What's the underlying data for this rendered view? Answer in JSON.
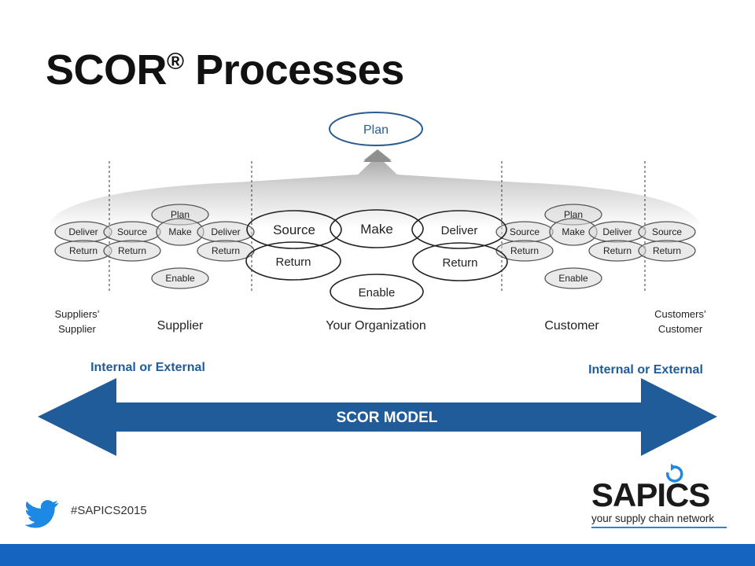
{
  "title": {
    "main": "SCOR",
    "reg": "®",
    "rest": " Processes"
  },
  "top_plan": "Plan",
  "supplier_chain": {
    "plan": "Plan",
    "make": "Make",
    "enable": "Enable",
    "deliver_left": "Deliver",
    "source_left": "Source",
    "deliver_right": "Deliver",
    "return": "Return"
  },
  "customer_chain": {
    "plan": "Plan",
    "make": "Make",
    "enable": "Enable",
    "source_left": "Source",
    "deliver": "Deliver",
    "source_right": "Source",
    "return": "Return"
  },
  "org_chain": {
    "source": "Source",
    "make": "Make",
    "deliver": "Deliver",
    "return": "Return",
    "enable": "Enable"
  },
  "labels": {
    "suppliers_supplier_1": "Suppliers’",
    "suppliers_supplier_2": "Supplier",
    "supplier": "Supplier",
    "your_org": "Your Organization",
    "customer": "Customer",
    "customers_customer_1": "Customers’",
    "customers_customer_2": "Customer"
  },
  "internal_left": "Internal or External",
  "internal_right": "Internal or External",
  "arrow_label": "SCOR MODEL",
  "hashtag": "#SAPICS2015",
  "logo": {
    "word": "SAPICS",
    "tagline": "your supply chain network"
  },
  "colors": {
    "accent_blue": "#1f5c99",
    "plan_stroke": "#2a5d8f",
    "footer": "#1565c0",
    "logo_blue": "#1e88e5"
  }
}
